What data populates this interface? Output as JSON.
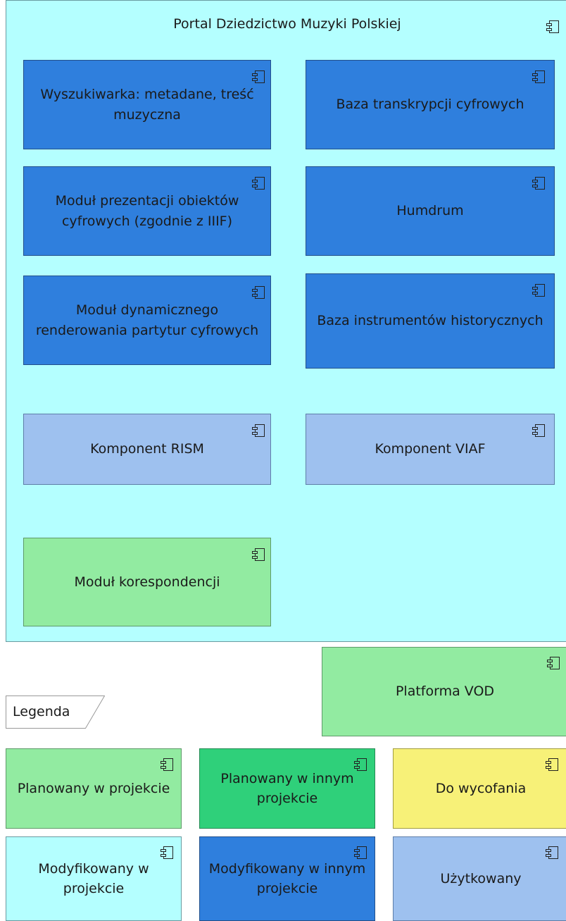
{
  "portal": {
    "title": "Portal Dziedzictwo Muzyki Polskiej",
    "components": [
      {
        "label": "Wyszukiwarka: metadane, treść muzyczna",
        "status": "dark"
      },
      {
        "label": "Baza transkrypcji cyfrowych",
        "status": "dark"
      },
      {
        "label": "Moduł prezentacji obiektów cyfrowych (zgodnie z IIIF)",
        "status": "dark"
      },
      {
        "label": "Humdrum",
        "status": "dark"
      },
      {
        "label": "Moduł dynamicznego renderowania partytur cyfrowych",
        "status": "dark"
      },
      {
        "label": "Baza instrumentów historycznych",
        "status": "dark"
      },
      {
        "label": "Komponent RISM",
        "status": "light"
      },
      {
        "label": "Komponent VIAF",
        "status": "light"
      },
      {
        "label": "Moduł korespondencji",
        "status": "green"
      }
    ]
  },
  "external": {
    "label": "Platforma VOD"
  },
  "legend": {
    "title": "Legenda",
    "items": [
      {
        "label": "Planowany w projekcie",
        "color": "#92eba1"
      },
      {
        "label": "Planowany w innym projekcie",
        "color": "#2fd07a"
      },
      {
        "label": "Do wycofania",
        "color": "#f7f178"
      },
      {
        "label": "Modyfikowany w projekcie",
        "color": "#b4ffff"
      },
      {
        "label": "Modyfikowany w innym projekcie",
        "color": "#2f7fdd"
      },
      {
        "label": "Użytkowany",
        "color": "#9ec1ef"
      }
    ]
  }
}
